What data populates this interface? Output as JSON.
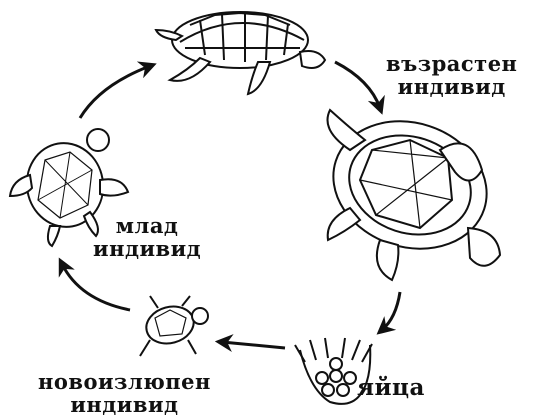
{
  "labels": {
    "adult": [
      "възрастен",
      "индивид"
    ],
    "young": [
      "млад",
      "индивид"
    ],
    "hatchling": [
      "новоизлюпен",
      "индивид"
    ],
    "eggs": "яйца"
  },
  "colors": {
    "ink": "#111111",
    "background": "#ffffff"
  }
}
